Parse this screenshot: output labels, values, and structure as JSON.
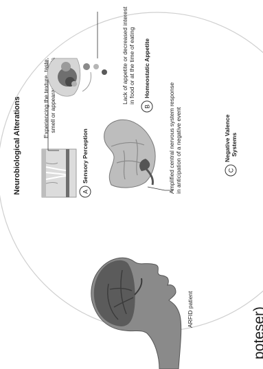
{
  "main_title": "Neurobiological Alterations",
  "patient_label": "ARFID patient",
  "partial_title": "poteser)",
  "panels": [
    {
      "letter": "A",
      "title": "Sensory Perception",
      "description_lines": [
        "Experiencing the texture, taste,",
        "smell or appearance of foods"
      ]
    },
    {
      "letter": "B",
      "title": "Homeostatic Appetite",
      "description_lines": [
        "Lack of appetite or decreased interest",
        "in food or at the time of eating"
      ]
    },
    {
      "letter": "C",
      "title_lines": [
        "Negative Valence",
        "Systems"
      ],
      "description_lines": [
        "Amplified central nervous system response",
        "in anticipation of a negative event"
      ]
    }
  ]
}
